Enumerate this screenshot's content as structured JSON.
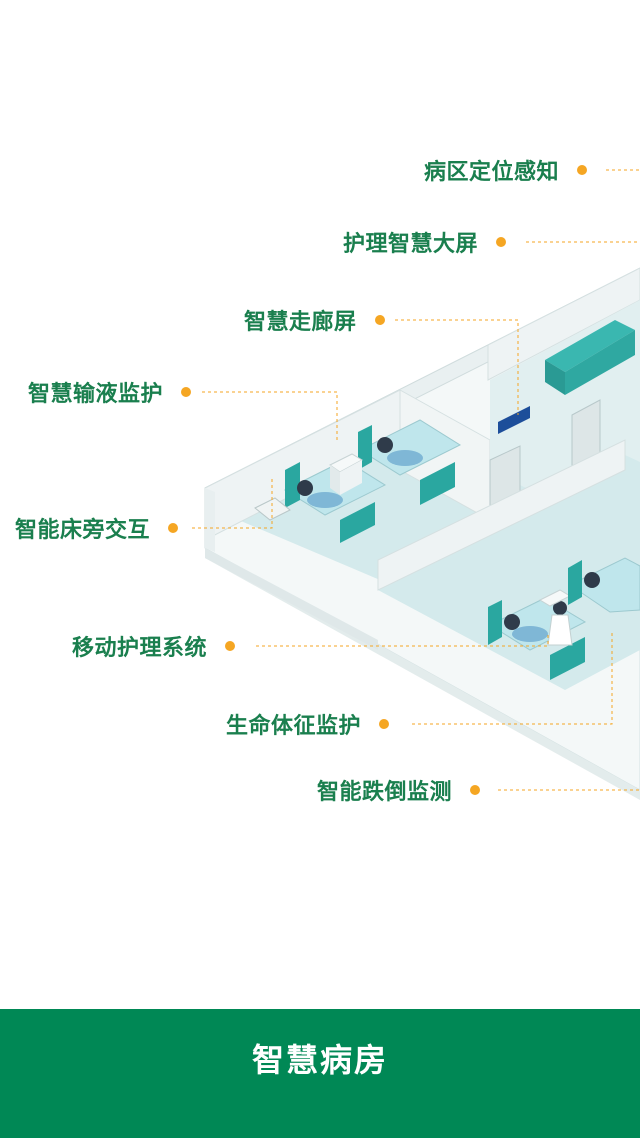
{
  "callouts": [
    {
      "id": "ward-location",
      "label": "病区定位感知"
    },
    {
      "id": "nursing-screen",
      "label": "护理智慧大屏"
    },
    {
      "id": "corridor-screen",
      "label": "智慧走廊屏"
    },
    {
      "id": "infusion-monitor",
      "label": "智慧输液监护"
    },
    {
      "id": "bedside-interaction",
      "label": "智能床旁交互"
    },
    {
      "id": "mobile-nursing",
      "label": "移动护理系统"
    },
    {
      "id": "vital-signs",
      "label": "生命体征监护"
    },
    {
      "id": "fall-monitor",
      "label": "智能跌倒监测"
    }
  ],
  "footer": {
    "title": "智慧病房"
  },
  "colors": {
    "label": "#1a7f4e",
    "dot": "#f5a623",
    "footer_bg": "#008855",
    "bed_accent": "#2aa7a0",
    "floor": "#cfe7e9",
    "wall": "#eef3f4"
  },
  "icons": {
    "ward-illustration": "isometric-hospital-ward"
  }
}
